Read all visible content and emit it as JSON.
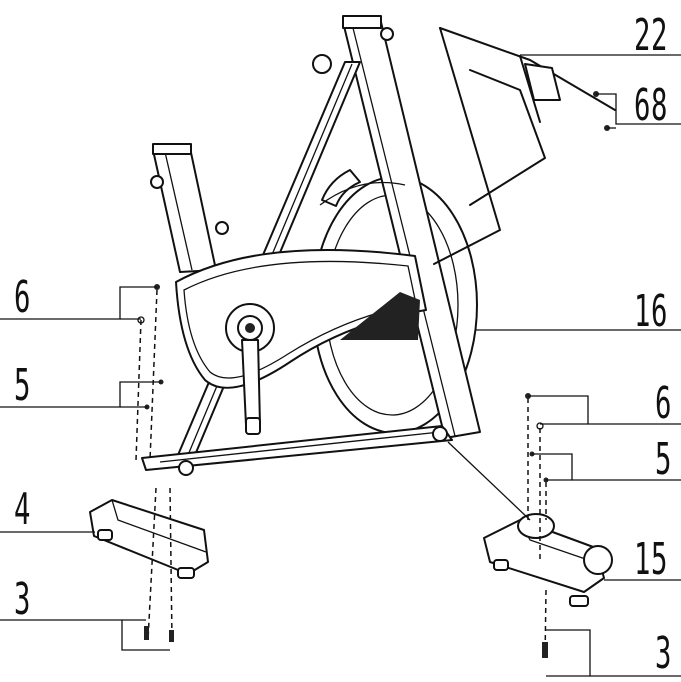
{
  "diagram": {
    "callouts": [
      {
        "id": "c22",
        "label": "22"
      },
      {
        "id": "c68",
        "label": "68"
      },
      {
        "id": "c16",
        "label": "16"
      },
      {
        "id": "c6l",
        "label": "6"
      },
      {
        "id": "c5l",
        "label": "5"
      },
      {
        "id": "c4",
        "label": "4"
      },
      {
        "id": "c3l",
        "label": "3"
      },
      {
        "id": "c6r",
        "label": "6"
      },
      {
        "id": "c5r",
        "label": "5"
      },
      {
        "id": "c15",
        "label": "15"
      },
      {
        "id": "c3r",
        "label": "3"
      }
    ]
  }
}
